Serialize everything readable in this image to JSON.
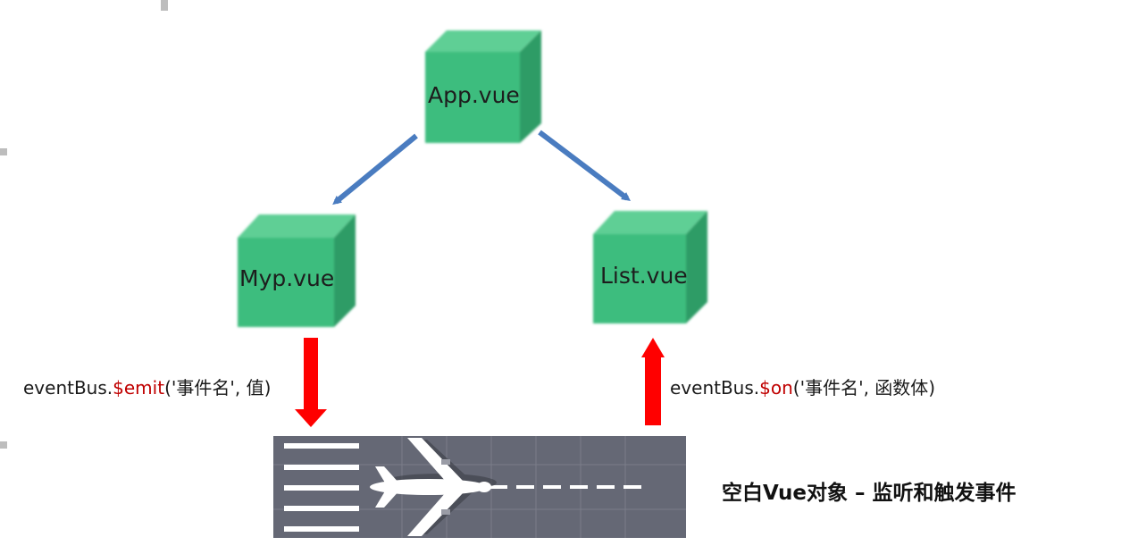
{
  "nodes": {
    "app": {
      "label": "App.vue"
    },
    "myp": {
      "label": "Myp.vue"
    },
    "list": {
      "label": "List.vue"
    }
  },
  "emit": {
    "prefix": "eventBus.",
    "method": "$emit",
    "args": "('事件名', 值)"
  },
  "on": {
    "prefix": "eventBus.",
    "method": "$on",
    "args": "('事件名', 函数体)"
  },
  "caption": "空白Vue对象 – 监听和触发事件",
  "colors": {
    "cube_front": "#3cbd7e",
    "cube_top": "#5fcf95",
    "cube_side": "#2e9c66",
    "tree_arrow": "#4a7cc0",
    "event_arrow": "#ff0000",
    "runway": "#656875",
    "runway_marks": "#ffffff",
    "method_text": "#c00000"
  },
  "icons": [
    "airplane-icon",
    "runway-stripes"
  ]
}
